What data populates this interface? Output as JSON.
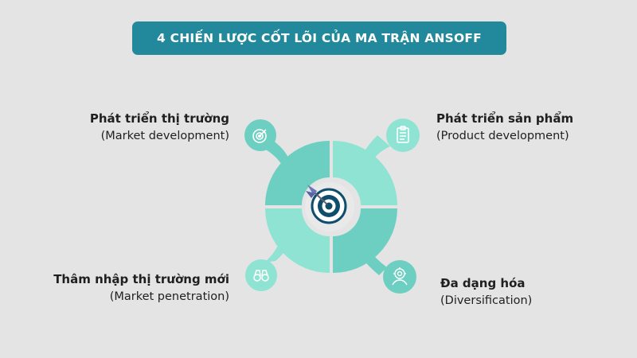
{
  "title": "4 CHIẾN LƯỢC CỐT LÕI CỦA MA TRẬN ANSOFF",
  "colors": {
    "background": "#e4e4e4",
    "title_bar": "#21899b",
    "quadrant_dark": "#6dcfc1",
    "quadrant_light": "#8ee3d3",
    "center": "#e9e9e9",
    "target_dark": "#0e4d6b"
  },
  "strategies": [
    {
      "position": "top-left",
      "name": "Phát triển thị trường",
      "english": "(Market development)",
      "icon": "target-icon"
    },
    {
      "position": "top-right",
      "name": "Phát triển sản phẩm",
      "english": "(Product development)",
      "icon": "clipboard-icon"
    },
    {
      "position": "bottom-left",
      "name": "Thâm nhập thị trường mới",
      "english": "(Market penetration)",
      "icon": "binoculars-icon"
    },
    {
      "position": "bottom-right",
      "name": "Đa dạng hóa",
      "english": "(Diversification)",
      "icon": "team-gear-icon"
    }
  ]
}
